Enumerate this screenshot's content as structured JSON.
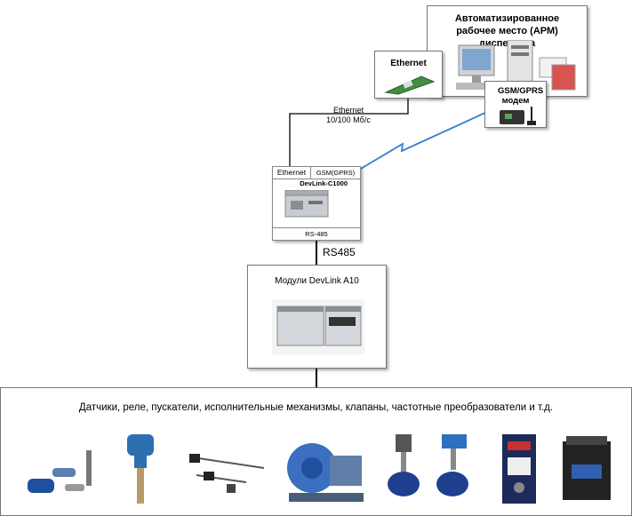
{
  "arm": {
    "title": "Автоматизированное рабочее место (АРМ) диспетчера"
  },
  "ethernet_card": {
    "title": "Ethernet"
  },
  "gsm_modem": {
    "title": "GSM/GPRS модем"
  },
  "link_label": {
    "line1": "Ethernet",
    "line2": "10/100 Мб/с"
  },
  "devlink_c1000": {
    "port_ethernet": "Ethernet",
    "port_gsm": "GSM(GPRS)",
    "name": "DevLink-C1000",
    "port_rs485": "RS-485"
  },
  "bus_label": "RS485",
  "modules": {
    "title": "Модули DevLink A10"
  },
  "field": {
    "title": "Датчики, реле, пускатели, исполнительные механизмы, клапаны, частотные преобразователи и т.д."
  },
  "colors": {
    "wireless": "#2f7fd0",
    "wire": "#000000",
    "border": "#777777"
  }
}
